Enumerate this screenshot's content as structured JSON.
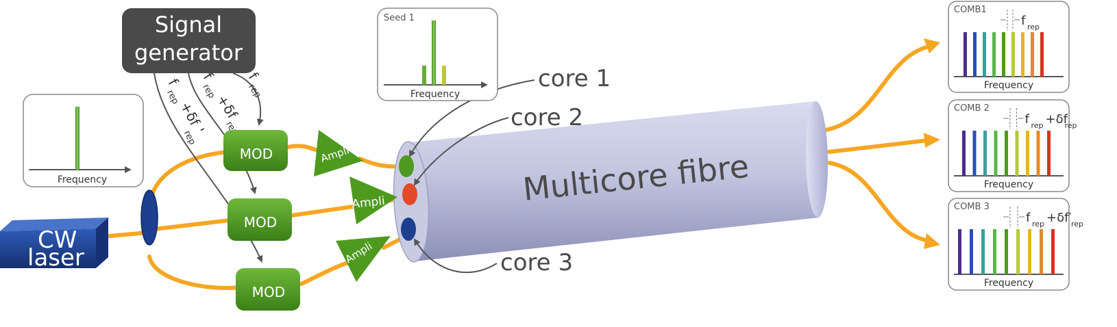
{
  "signal_generator": {
    "line1": "Signal",
    "line2": "generator"
  },
  "laser": {
    "line1": "CW",
    "line2": "laser"
  },
  "modulators": [
    "MOD",
    "MOD",
    "MOD"
  ],
  "amplifiers": [
    "Ampli",
    "Ampli",
    "Ampli"
  ],
  "fibre": {
    "label": "Multicore fibre"
  },
  "cores": [
    "core 1",
    "core 2",
    "core 3"
  ],
  "signals": {
    "frep": {
      "main": "f",
      "sub": "rep"
    },
    "frep_df": {
      "main": "f",
      "sub": "rep",
      "suffix": "+δf"
    },
    "frep_df_prime": {
      "main": "f",
      "sub": "rep",
      "suffix": "+δf",
      "prime": "'"
    }
  },
  "spectra": {
    "cw": {
      "xlabel": "Frequency"
    },
    "seed": {
      "title": "Seed 1",
      "xlabel": "Frequency"
    },
    "combs": [
      {
        "title": "COMB1",
        "xlabel": "Frequency",
        "label_main": "f",
        "label_sub": "rep",
        "label_suffix": ""
      },
      {
        "title": "COMB 2",
        "xlabel": "Frequency",
        "label_main": "f",
        "label_sub": "rep",
        "label_suffix": "+δf",
        "label_sub2": "rep"
      },
      {
        "title": "COMB 3",
        "xlabel": "Frequency",
        "label_main": "f",
        "label_sub": "rep",
        "label_suffix": "+δf′",
        "label_sub2": "rep"
      }
    ]
  },
  "colors": {
    "fiber_orange": "#f5a623",
    "mod_green": "#4e9a1f",
    "laser_blue": "#1d3f8f",
    "fibre_gray": "#b3b6d6",
    "generator_dark": "#4a4a4a",
    "line_gray": "#555555"
  }
}
